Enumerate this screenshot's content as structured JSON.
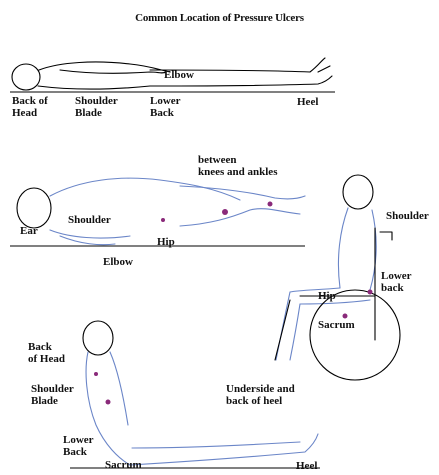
{
  "title": "Common Location of Pressure Ulcers",
  "figures": {
    "supine": {
      "labels": {
        "elbow": "Elbow",
        "back_of_head": [
          "Back of",
          "Head"
        ],
        "shoulder_blade": [
          "Shoulder",
          "Blade"
        ],
        "lower_back": [
          "Lower",
          "Back"
        ],
        "heel": "Heel"
      }
    },
    "side_lying": {
      "labels": {
        "between": [
          "between",
          "knees and ankles"
        ],
        "shoulder": "Shoulder",
        "ear": "Ear",
        "hip": "Hip",
        "elbow": "Elbow"
      }
    },
    "wheelchair": {
      "labels": {
        "shoulder": "Shoulder",
        "lower_back": [
          "Lower",
          "back"
        ],
        "hip": "Hip",
        "sacrum": "Sacrum",
        "heel": [
          "Underside and",
          "back of heel"
        ]
      }
    },
    "reclining": {
      "labels": {
        "back_of_head": [
          "Back",
          "of Head"
        ],
        "shoulder_blade": [
          "Shoulder",
          "Blade"
        ],
        "lower_back": [
          "Lower",
          "Back"
        ],
        "sacrum": "Sacrum",
        "heel": "Heel"
      }
    }
  },
  "colors": {
    "pressure_point": "#8a2a7a",
    "skin_outline": "#6b86c8",
    "text": "#111111"
  }
}
